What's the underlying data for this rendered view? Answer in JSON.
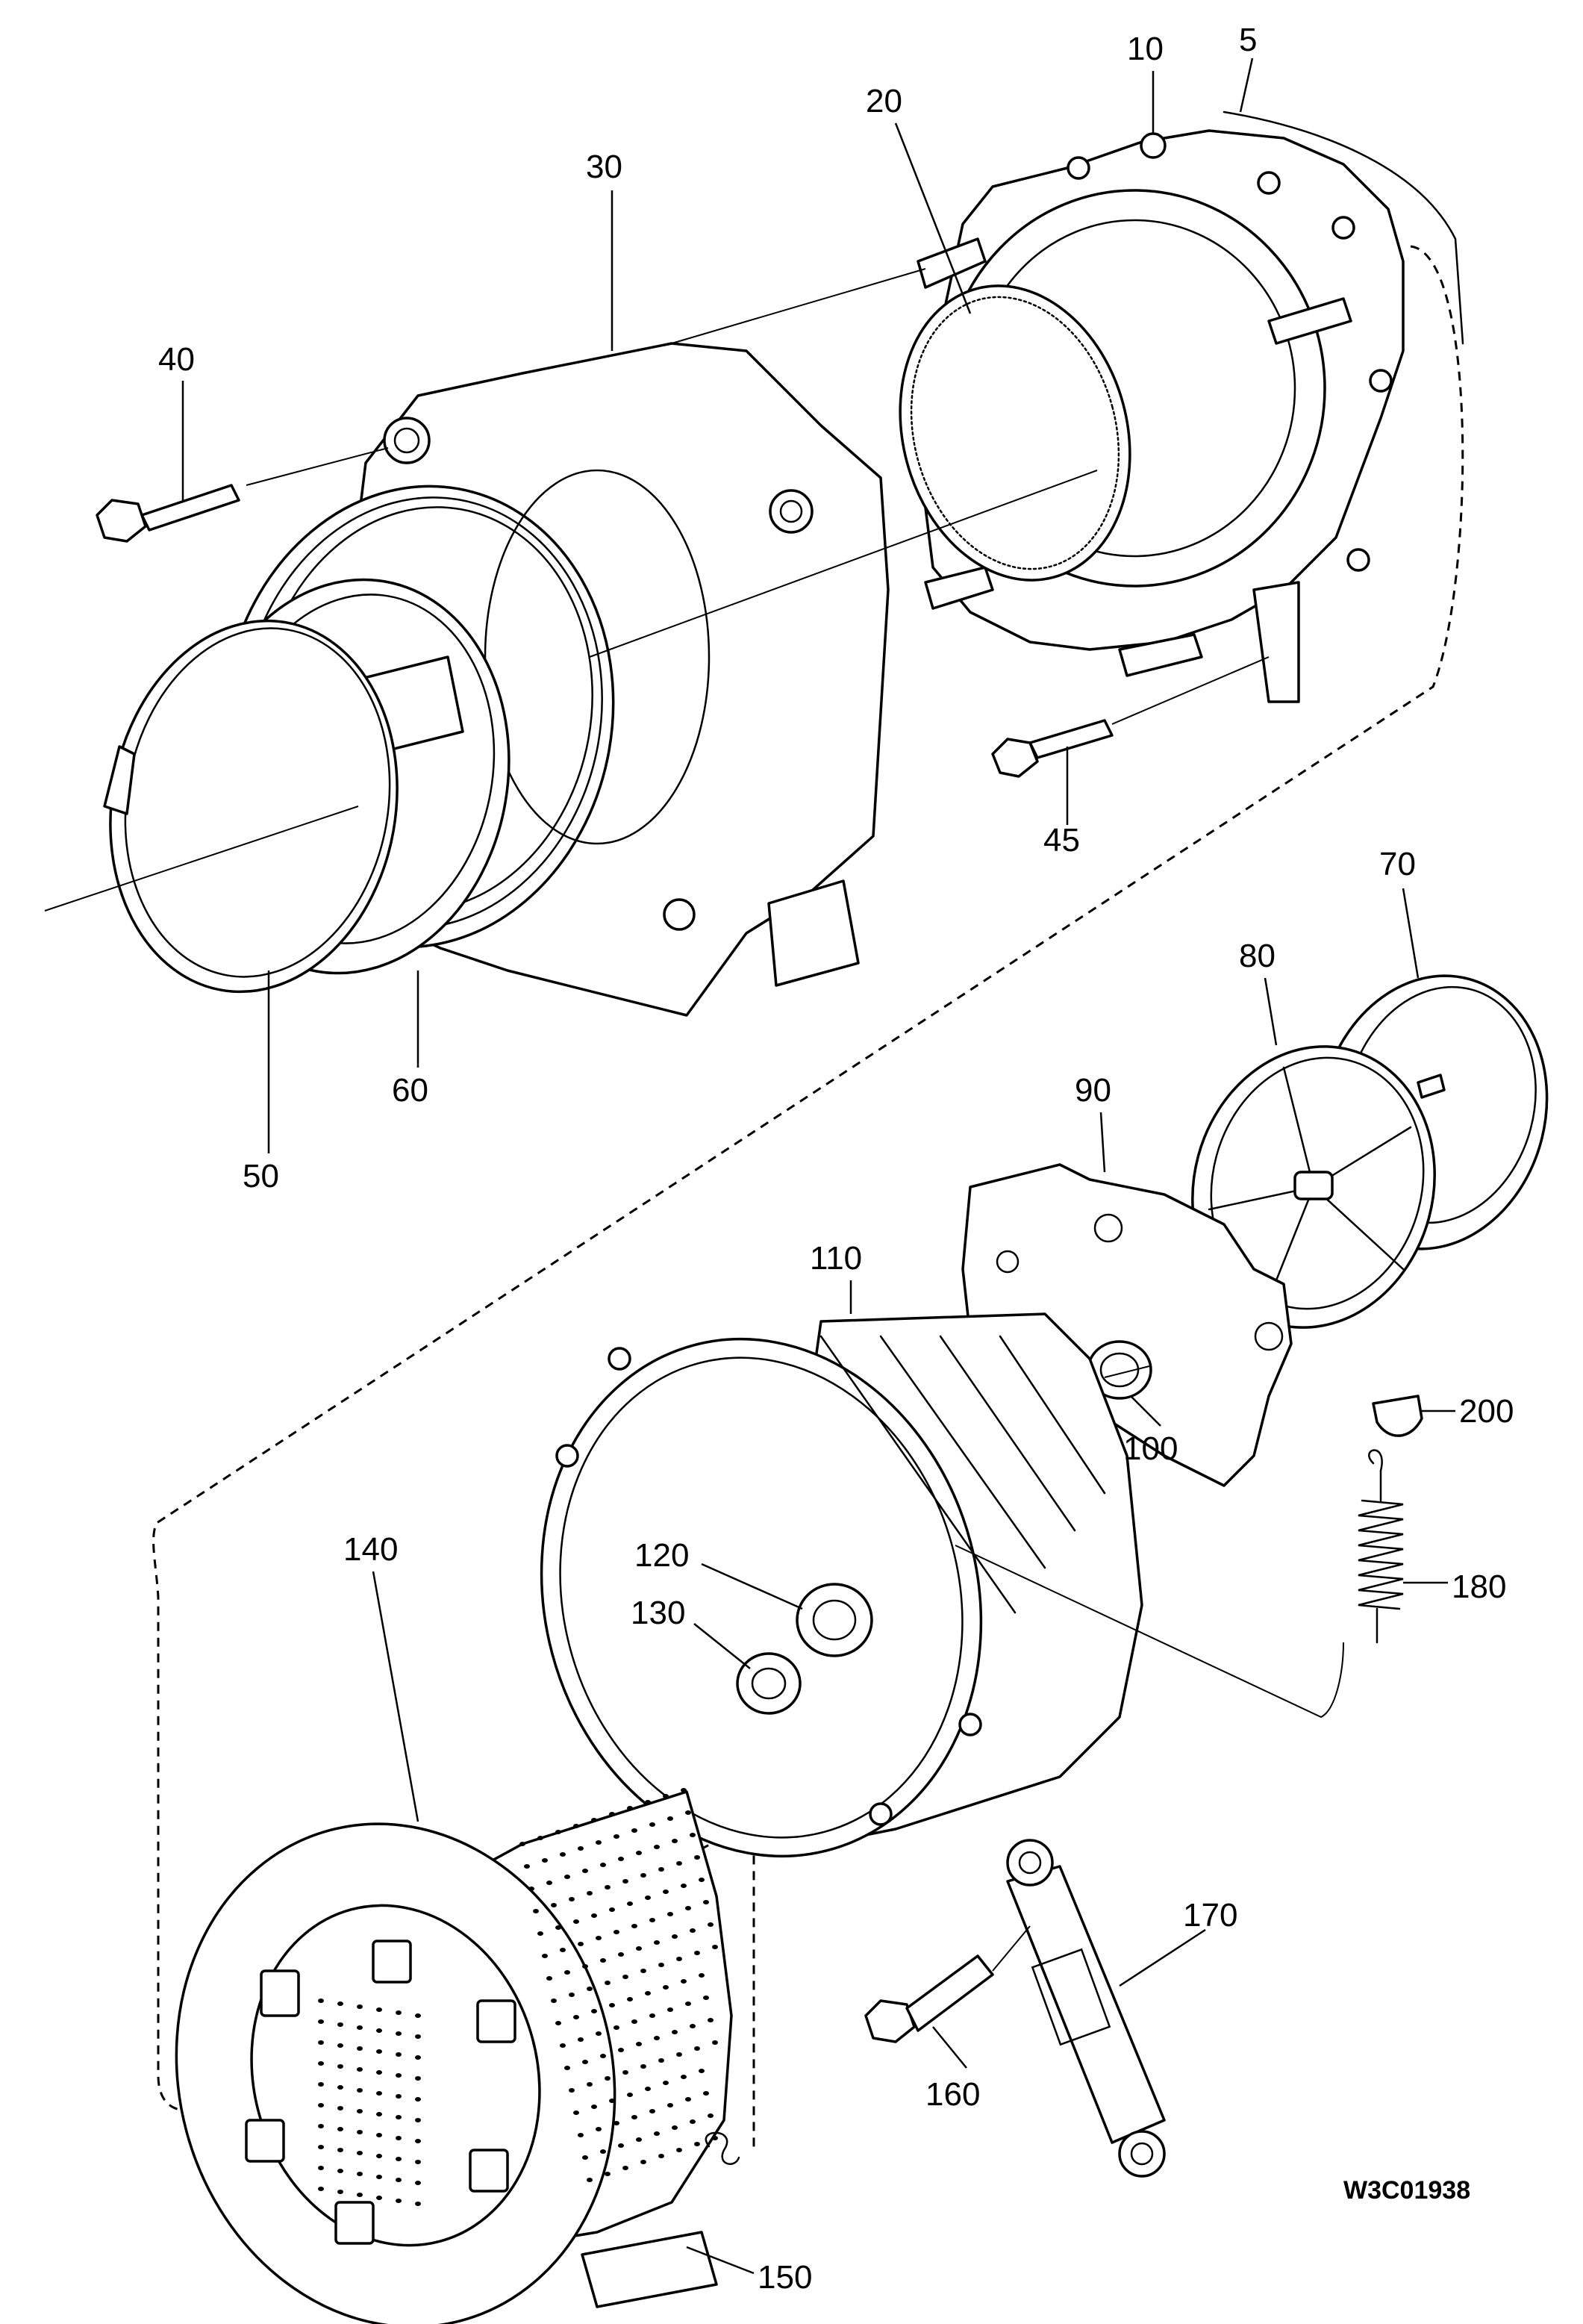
{
  "drawing_code": "W3C01938",
  "parts": [
    {
      "id": "p5",
      "label": "5"
    },
    {
      "id": "p10",
      "label": "10"
    },
    {
      "id": "p20",
      "label": "20"
    },
    {
      "id": "p30",
      "label": "30"
    },
    {
      "id": "p40",
      "label": "40"
    },
    {
      "id": "p45",
      "label": "45"
    },
    {
      "id": "p50",
      "label": "50"
    },
    {
      "id": "p60",
      "label": "60"
    },
    {
      "id": "p70",
      "label": "70"
    },
    {
      "id": "p80",
      "label": "80"
    },
    {
      "id": "p90",
      "label": "90"
    },
    {
      "id": "p100",
      "label": "100"
    },
    {
      "id": "p110",
      "label": "110"
    },
    {
      "id": "p120",
      "label": "120"
    },
    {
      "id": "p130",
      "label": "130"
    },
    {
      "id": "p140",
      "label": "140"
    },
    {
      "id": "p150",
      "label": "150"
    },
    {
      "id": "p160",
      "label": "160"
    },
    {
      "id": "p170",
      "label": "170"
    },
    {
      "id": "p180",
      "label": "180"
    },
    {
      "id": "p200",
      "label": "200"
    }
  ]
}
